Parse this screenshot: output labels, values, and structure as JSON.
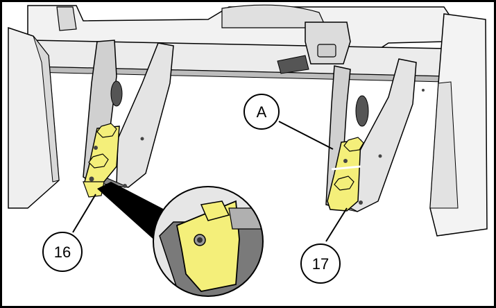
{
  "callouts": {
    "a": "A",
    "part_16": "16",
    "part_17": "17"
  },
  "colors": {
    "metal_light": "#e9e9e9",
    "metal_mid": "#c9c9c9",
    "metal_dark": "#6f6f6f",
    "plate_yellow": "#f4ef7a",
    "line": "#000000",
    "background": "#ffffff"
  }
}
